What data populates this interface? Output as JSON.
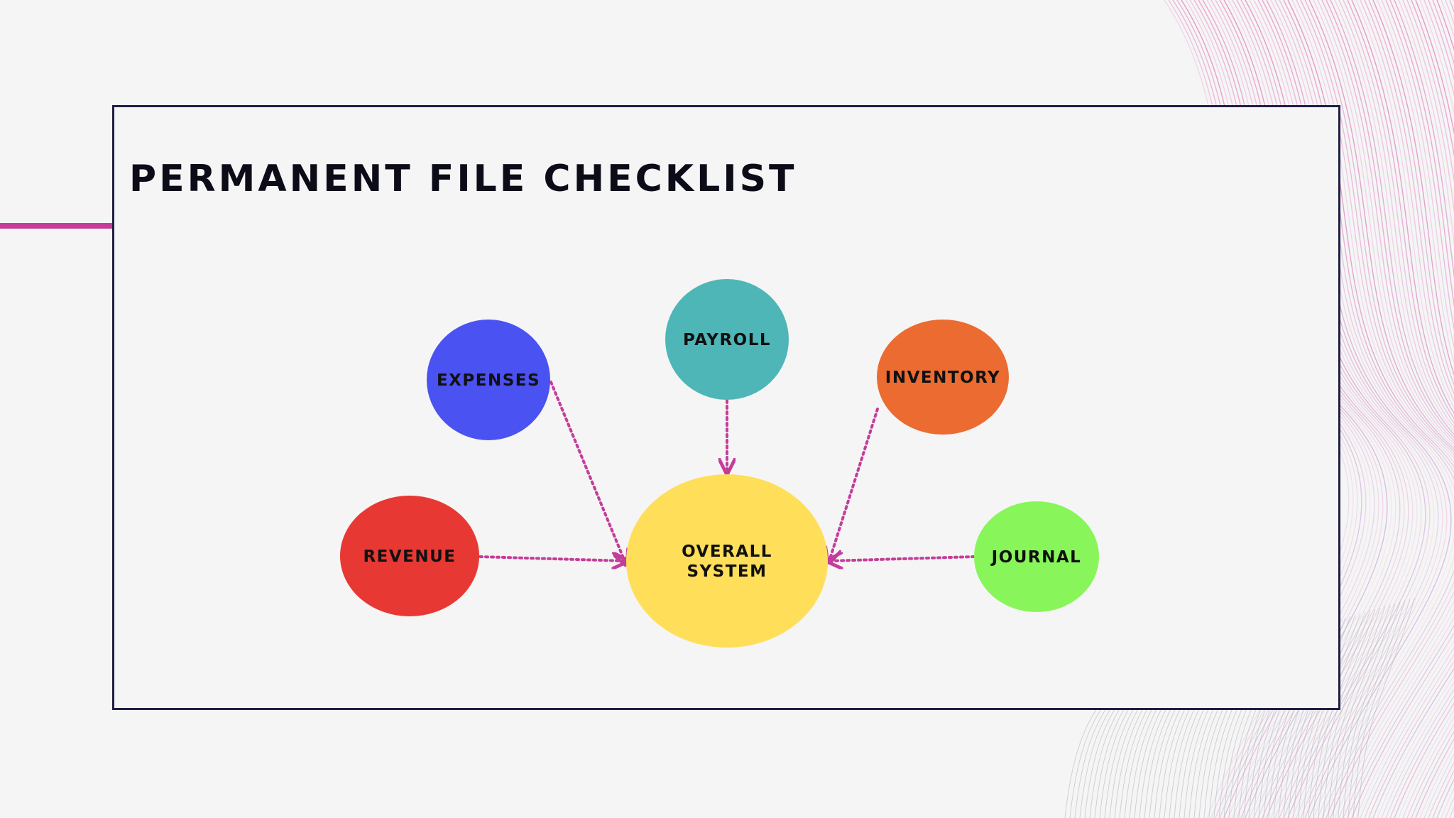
{
  "title": "PERMANENT FILE CHECKLIST",
  "colors": {
    "background": "#f5f5f5",
    "frame": "#1f1f45",
    "accent": "#c43d9a",
    "text": "#111111"
  },
  "diagram": {
    "center": {
      "lines": [
        "OVERALL",
        "SYSTEM"
      ],
      "color": "#ffde59"
    },
    "nodes": [
      {
        "id": "expenses",
        "label": "EXPENSES",
        "color": "#4b52f2"
      },
      {
        "id": "payroll",
        "label": "PAYROLL",
        "color": "#4fb6b7"
      },
      {
        "id": "inventory",
        "label": "INVENTORY",
        "color": "#ec6b31"
      },
      {
        "id": "revenue",
        "label": "REVENUE",
        "color": "#e83833"
      },
      {
        "id": "journal",
        "label": "JOURNAL",
        "color": "#88f55b"
      }
    ],
    "edges": [
      {
        "from": "expenses",
        "to": "center"
      },
      {
        "from": "payroll",
        "to": "center"
      },
      {
        "from": "inventory",
        "to": "center"
      },
      {
        "from": "revenue",
        "to": "center"
      },
      {
        "from": "journal",
        "to": "center"
      }
    ]
  }
}
